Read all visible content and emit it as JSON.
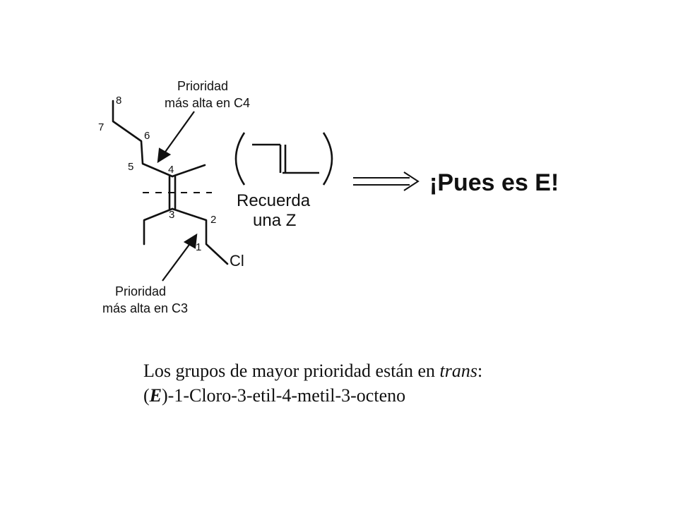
{
  "structure": {
    "carbons": [
      "1",
      "2",
      "3",
      "4",
      "5",
      "6",
      "7",
      "8"
    ],
    "chlorine": "Cl"
  },
  "annotations": {
    "top_line1": "Prioridad",
    "top_line2": "más alta en C4",
    "bottom_line1": "Prioridad",
    "bottom_line2": "más alta en C3"
  },
  "reminder": {
    "line1": "Recuerda",
    "line2": "una Z"
  },
  "conclusion": "¡Pues es E!",
  "caption": {
    "line1_prefix": "Los grupos de mayor prioridad están en ",
    "line1_italic": "trans",
    "line1_suffix": ":",
    "line2_open": "(",
    "line2_bold": "E",
    "line2_rest": ")-1-Cloro-3-etil-4-metil-3-octeno"
  }
}
